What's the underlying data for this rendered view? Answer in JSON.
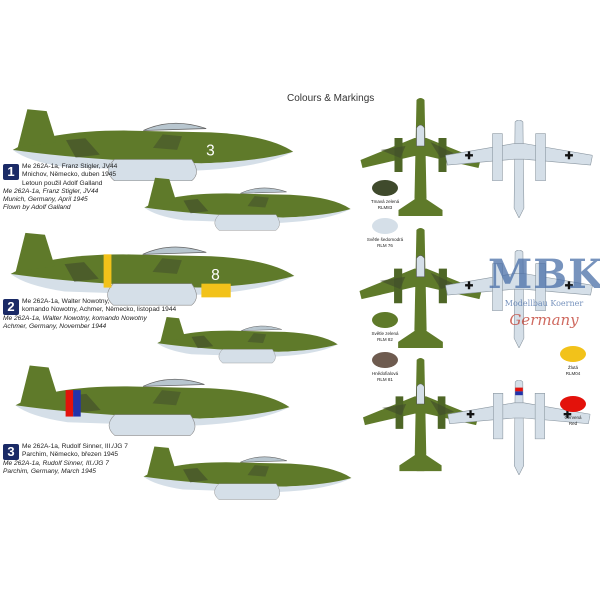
{
  "title": "Colours & Markings",
  "schemes": [
    {
      "number": "1",
      "cz": [
        "Me 262A-1a, Franz Stigler, JV44",
        "Mnichov, Německo, duben 1945",
        "Letoun použil Adolf Galland"
      ],
      "en": [
        "Me 262A-1a, Franz Stigler, JV44",
        "Munich, Germany, April 1945",
        "Flown by Adolf Galland"
      ]
    },
    {
      "number": "2",
      "cz": [
        "Me 262A-1a, Walter Nowotny,",
        "komando Nowotny, Achmer, Německo, listopad 1944"
      ],
      "en": [
        "Me 262A-1a, Walter Nowotny, komando Nowotny",
        "Achmer, Germany, November 1944"
      ]
    },
    {
      "number": "3",
      "cz": [
        "Me 262A-1a, Rudolf Sinner, III./JG 7",
        "Parchim, Německo, březen 1945"
      ],
      "en": [
        "Me 262A-1a, Rudolf Sinner, III./JG 7",
        "Parchim, Germany, March 1945"
      ]
    }
  ],
  "swatches": [
    {
      "name": "Tmavá zelená",
      "code": "RLM83",
      "color": "#3f4a2c"
    },
    {
      "name": "Světle šedomodrá",
      "code": "RLM 76",
      "color": "#d5dfe8"
    },
    {
      "name": "Světle zelená",
      "code": "RLM 82",
      "color": "#5f7a2a"
    },
    {
      "name": "Hnědofialová",
      "code": "RLM 81",
      "color": "#6e5b4f"
    },
    {
      "name": "Žlutá",
      "code": "RLM04",
      "color": "#f2c21a"
    },
    {
      "name": "Červená",
      "code": "Red",
      "color": "#e3120b"
    }
  ],
  "aircraft_codes": {
    "s1": "3",
    "s2": "8"
  },
  "watermark": {
    "brand": "MBK",
    "line2": "Modellbau Koerner",
    "line3": "Germany"
  }
}
